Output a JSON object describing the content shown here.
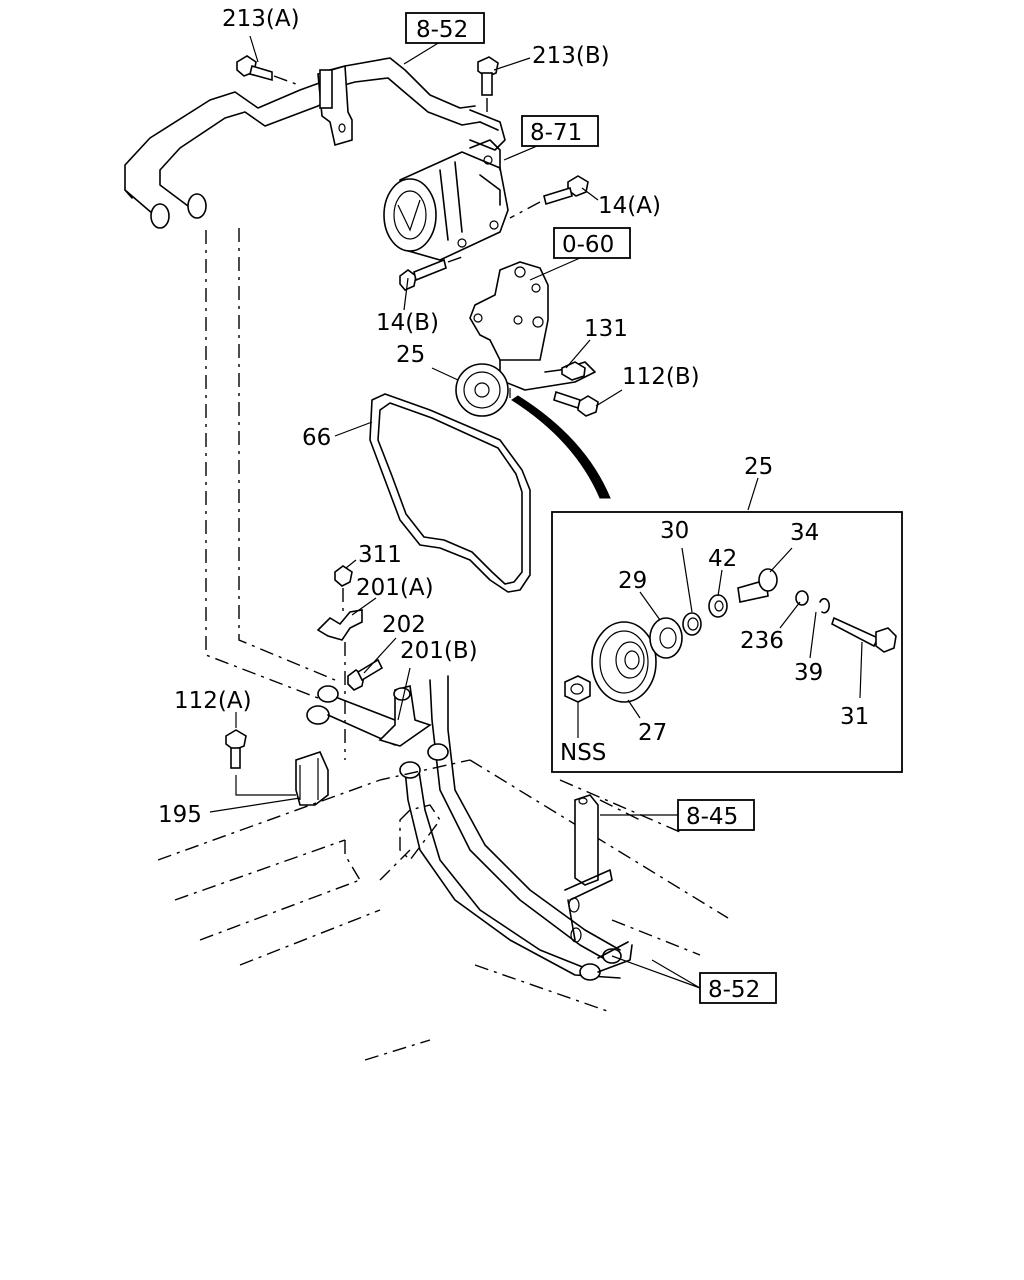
{
  "labels": {
    "p213a": "213(A)",
    "p213b": "213(B)",
    "ref852_top": "8-52",
    "ref871": "8-71",
    "p14a": "14(A)",
    "p14b": "14(B)",
    "ref060": "0-60",
    "p131": "131",
    "p25": "25",
    "p112b": "112(B)",
    "p66": "66",
    "p25_detail": "25",
    "p30": "30",
    "p34": "34",
    "p29": "29",
    "p42": "42",
    "p236": "236",
    "p39": "39",
    "p31": "31",
    "p27": "27",
    "pNSS": "NSS",
    "p311": "311",
    "p201a": "201(A)",
    "p202": "202",
    "p201b": "201(B)",
    "p112a": "112(A)",
    "p195": "195",
    "ref845": "8-45",
    "ref852_bottom": "8-52"
  }
}
